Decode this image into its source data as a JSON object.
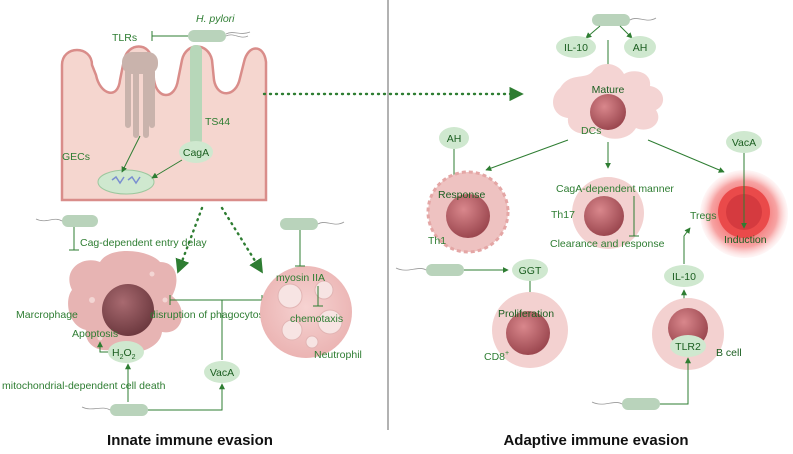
{
  "innate": {
    "title": "Innate immune evasion",
    "hpylori": "H. pylori",
    "tlrs": "TLRs",
    "ts44": "TS44",
    "gecs": "GECs",
    "caga": "CagA",
    "cag_entry_delay": "Cag-dependent entry delay",
    "macrophage": "Marcrophage",
    "apoptosis": "Apoptosis",
    "h2o2_main": "H",
    "h2o2_sub1": "2",
    "h2o2_o": "O",
    "h2o2_sub2": "2",
    "mito_death": "mitochondrial-dependent cell death",
    "vaca": "VacA",
    "disruption": "disruption of phagocytosis",
    "myosin": "myosin IIA",
    "chemotaxis": "chemotaxis",
    "neutrophil": "Neutrophil"
  },
  "adaptive": {
    "title": "Adaptive immune evasion",
    "il10_top": "IL-10",
    "ah_top": "AH",
    "mature": "Mature",
    "dcs": "DCs",
    "ah_left": "AH",
    "response": "Response",
    "th1": "Th1",
    "caga_manner": "CagA-dependent manner",
    "th17": "Th17",
    "clearance": "Clearance and response",
    "vaca": "VacA",
    "tregs": "Tregs",
    "induction": "Induction",
    "ggt": "GGT",
    "proliferation": "Proliferation",
    "cd8": "CD8",
    "cd8_sup": "+",
    "il10_bottom": "IL-10",
    "tlr2": "TLR2",
    "bcell": "B cell"
  },
  "colors": {
    "accent_green": "#2e7d32",
    "pill_green": "#cfe8cf",
    "bacteria": "#b9d3bb",
    "tissue_pink": "#f3d2cc",
    "cell_pink": "#e9b7b5",
    "nucleus": "#c06a70",
    "treg_glow": "#f04848",
    "divider": "#666666"
  }
}
